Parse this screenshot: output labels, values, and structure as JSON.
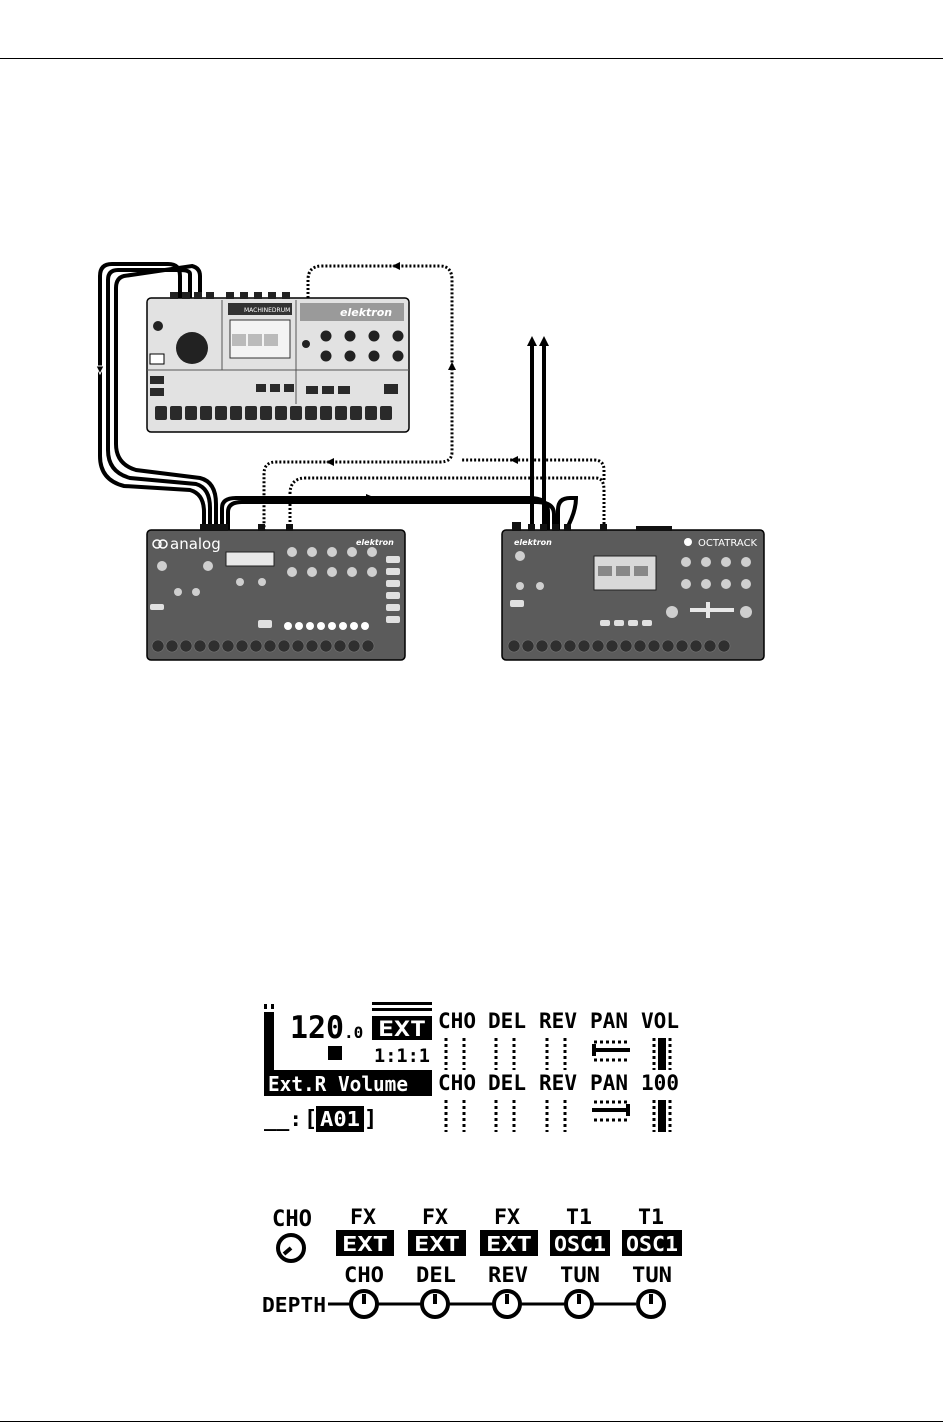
{
  "devices": {
    "machinedrum": {
      "model_label": "MACHINEDRUM",
      "brand": "elektron"
    },
    "analog_four": {
      "brand_logo": "analog",
      "brand": "elektron"
    },
    "octatrack": {
      "brand": "elektron",
      "model_label": "OCTATRACK"
    }
  },
  "mixer_screen": {
    "tempo": "120",
    "tempo_decimal": ".0",
    "sync_mode": "EXT",
    "position": "1:1:1",
    "column_headers_top": [
      "CHO",
      "DEL",
      "REV",
      "PAN",
      "VOL"
    ],
    "column_headers_bottom": [
      "CHO",
      "DEL",
      "REV",
      "PAN"
    ],
    "volume_value": "100",
    "parameter_name": "Ext.R Volume",
    "pattern_prefix": "__:",
    "pattern": "A01"
  },
  "lfo_screen": {
    "param_label": "CHO",
    "depth_label": "DEPTH",
    "destinations": [
      {
        "group": "FX",
        "target": "EXT",
        "param": "CHO"
      },
      {
        "group": "FX",
        "target": "EXT",
        "param": "DEL"
      },
      {
        "group": "FX",
        "target": "EXT",
        "param": "REV"
      },
      {
        "group": "T1",
        "target": "OSC1",
        "param": "TUN"
      },
      {
        "group": "T1",
        "target": "OSC1",
        "param": "TUN"
      }
    ]
  },
  "colors": {
    "ink": "#000000",
    "device_body": "#d8d8d8",
    "device_dark": "#5a5a5a",
    "paper": "#ffffff"
  }
}
